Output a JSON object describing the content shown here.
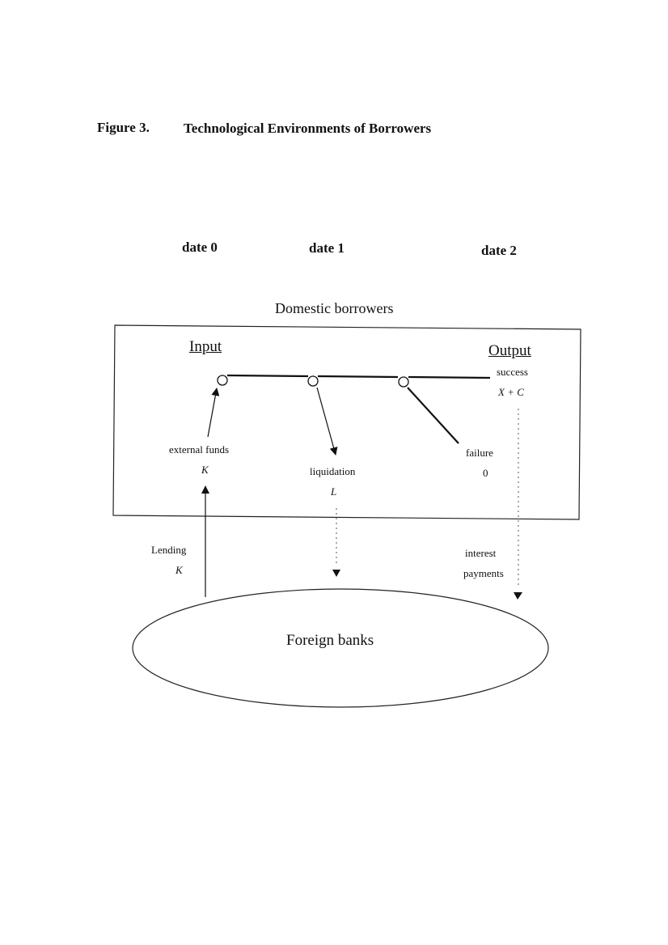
{
  "figure": {
    "label": "Figure 3.",
    "title": "Technological Environments of Borrowers"
  },
  "dates": [
    "date 0",
    "date 1",
    "date 2"
  ],
  "domestic": {
    "title": "Domestic borrowers",
    "input_label": "Input",
    "output_label": "Output",
    "success_label": "success",
    "success_value": "X + C",
    "external_funds_label": "external funds",
    "external_funds_value": "K",
    "liquidation_label": "liquidation",
    "liquidation_value": "L",
    "failure_label": "failure",
    "failure_value": "0"
  },
  "flows": {
    "lending_label": "Lending",
    "lending_value": "K",
    "interest_label_1": "interest",
    "interest_label_2": "payments"
  },
  "foreign": {
    "title": "Foreign banks"
  }
}
